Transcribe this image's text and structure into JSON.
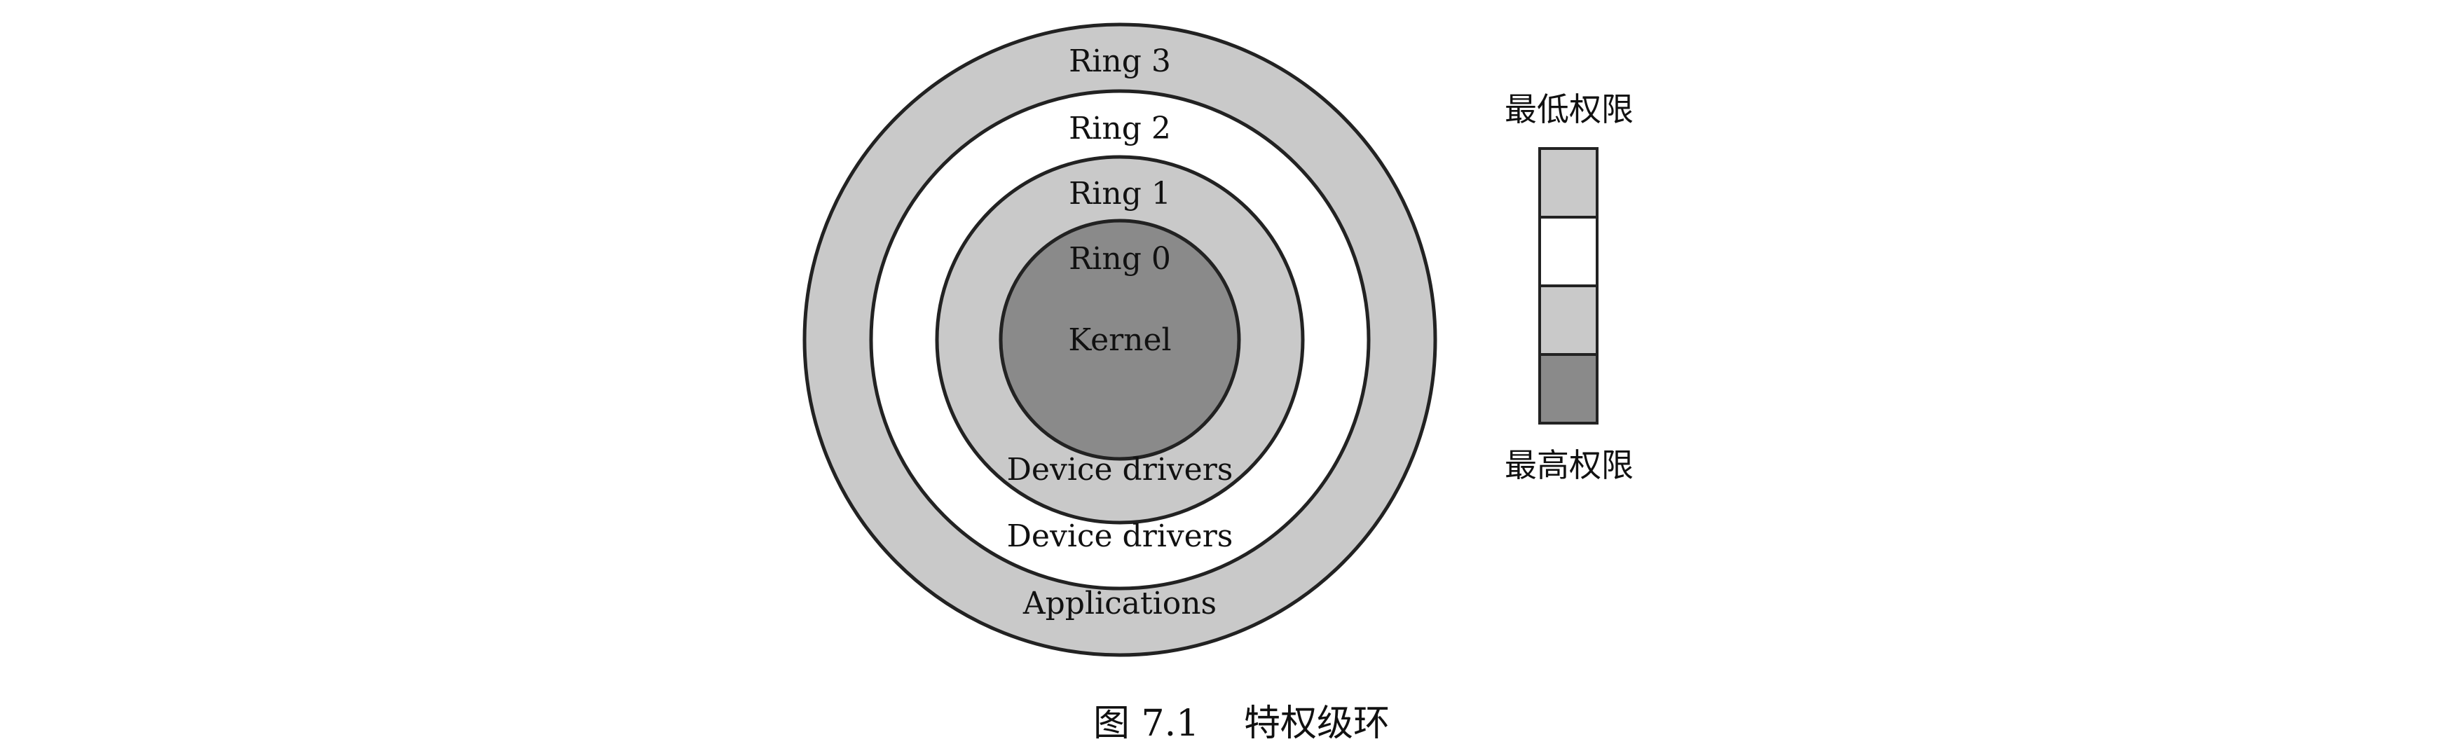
{
  "diagram": {
    "rings": [
      {
        "id": "ring3",
        "label": "Ring 3",
        "role": "Applications",
        "fill": "#c9c9c9"
      },
      {
        "id": "ring2",
        "label": "Ring 2",
        "role": "Device drivers",
        "fill": "#ffffff"
      },
      {
        "id": "ring1",
        "label": "Ring 1",
        "role": "Device drivers",
        "fill": "#c9c9c9"
      },
      {
        "id": "ring0",
        "label": "Ring 0",
        "role": "Kernel",
        "fill": "#8a8a8a"
      }
    ],
    "legend": {
      "top_label": "最低权限",
      "bottom_label": "最高权限",
      "swatches": [
        "#c9c9c9",
        "#ffffff",
        "#c9c9c9",
        "#8a8a8a"
      ]
    },
    "caption": {
      "number": "图 7.1",
      "title": "特权级环"
    }
  }
}
